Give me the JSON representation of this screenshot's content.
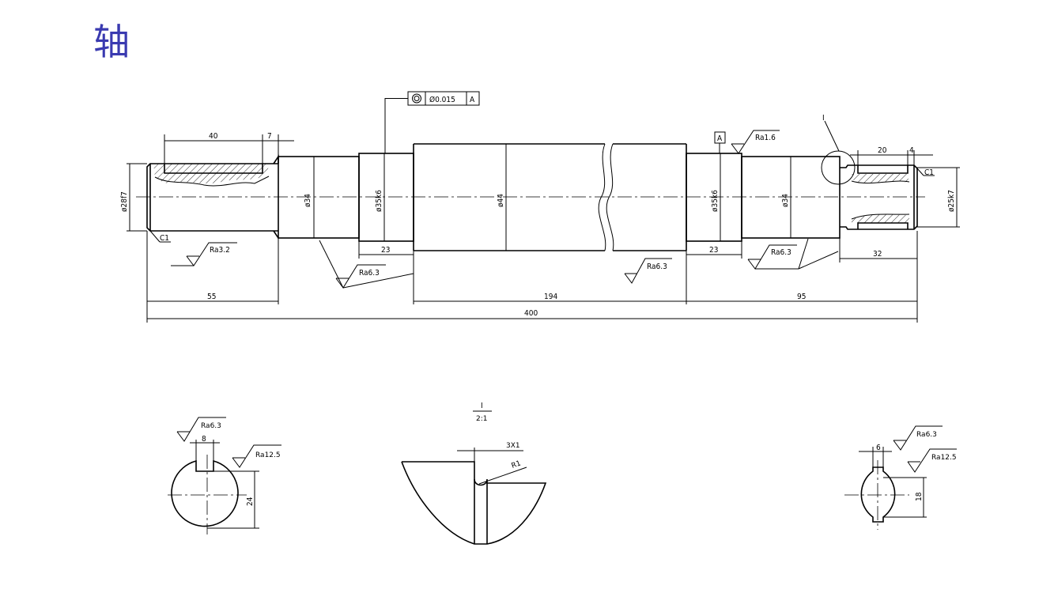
{
  "title": "轴",
  "dims": {
    "d40": "40",
    "d7": "7",
    "d20": "20",
    "d4": "4",
    "d55": "55",
    "d194": "194",
    "d95": "95",
    "d400": "400",
    "d23a": "23",
    "d23b": "23",
    "d32": "32",
    "dia28": "ø28f7",
    "dia34a": "ø34",
    "dia35a": "ø35k6",
    "dia44": "ø44",
    "dia35b": "ø35k6",
    "dia34b": "ø34",
    "dia25": "ø25k7",
    "c1a": "C1",
    "c1b": "C1",
    "key8": "8",
    "key24": "24",
    "key6": "6",
    "key18": "18",
    "chamfer3x1": "3X1",
    "r1": "R1"
  },
  "roughness": {
    "ra32": "Ra3.2",
    "ra63_left": "Ra6.3",
    "ra63_mid": "Ra6.3",
    "ra16": "Ra1.6",
    "ra63_right": "Ra6.3",
    "sec1_ra63": "Ra6.3",
    "sec1_ra125": "Ra12.5",
    "sec2_ra63": "Ra6.3",
    "sec2_ra125": "Ra12.5"
  },
  "tolerance": {
    "value": "Ø0.015",
    "datum": "A"
  },
  "datum_label": "A",
  "detail": {
    "callout": "I",
    "label": "I",
    "scale": "2:1"
  }
}
